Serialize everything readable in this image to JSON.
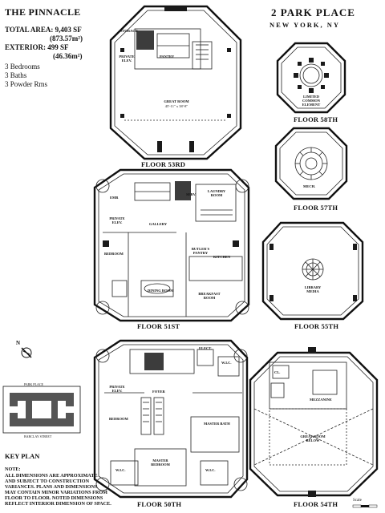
{
  "header": {
    "title": "THE PINNACLE",
    "address": "2 PARK PLACE",
    "city": "NEW YORK, NY",
    "total_area_label": "TOTAL AREA: 9,403 SF",
    "total_area_metric": "(873.57m²)",
    "exterior_label": "EXTERIOR: 499 SF",
    "exterior_metric": "(46.36m²)",
    "bedrooms": "3 Bedrooms",
    "baths": "3 Baths",
    "powder": "3 Powder Rms"
  },
  "floors": {
    "f53": "FLOOR 53RD",
    "f51": "FLOOR 51ST",
    "f50": "FLOOR 50TH",
    "f58": "FLOOR 58TH",
    "f57": "FLOOR 57TH",
    "f55": "FLOOR 55TH",
    "f54": "FLOOR 54TH"
  },
  "rooms": {
    "storage": "STORAGE",
    "pantry": "PANTRY",
    "private_elev": "PRIVATE ELEV.",
    "great_room": "GREAT ROOM",
    "great_room_dim": "45'-11\" x 38'-8\"",
    "emr": "EMR",
    "serv": "SERV.",
    "laundry": "LAUNDRY ROOM",
    "gallery": "GALLERY",
    "bedroom": "BEDROOM",
    "butlers_pantry": "BUTLER'S PANTRY",
    "kitchen": "KITCHEN",
    "dining_room": "DINING ROOM",
    "breakfast_room": "BREAKFAST ROOM",
    "foyer": "FOYER",
    "master_bath": "MASTER BATH",
    "master_bedroom": "MASTER BEDROOM",
    "wic": "W.I.C.",
    "library": "LIBRARY MEDIA",
    "mezzanine": "MEZZANINE",
    "great_room_below": "GREAT ROOM BELOW",
    "limited_common": "LIMITED COMMON ELEMENT",
    "mech": "MECH.",
    "elect": "ELECT."
  },
  "key_plan": {
    "label": "KEY PLAN",
    "park_place": "PARK PLACE",
    "barclay_street": "BARCLAY STREET",
    "compass": "N"
  },
  "note": {
    "title": "NOTE:",
    "lines": [
      "ALL DIMENSIONS ARE APPROXIMATE",
      "AND SUBJECT TO CONSTRUCTION",
      "VARIANCES. PLANS AND DIMENSIONS",
      "MAY CONTAIN MINOR VARIATIONS FROM",
      "FLOOR TO FLOOR. NOTED DIMENSIONS",
      "REFLECT INTERIOR DIMENSION OF SPACE."
    ]
  },
  "scale_label": "Scale"
}
